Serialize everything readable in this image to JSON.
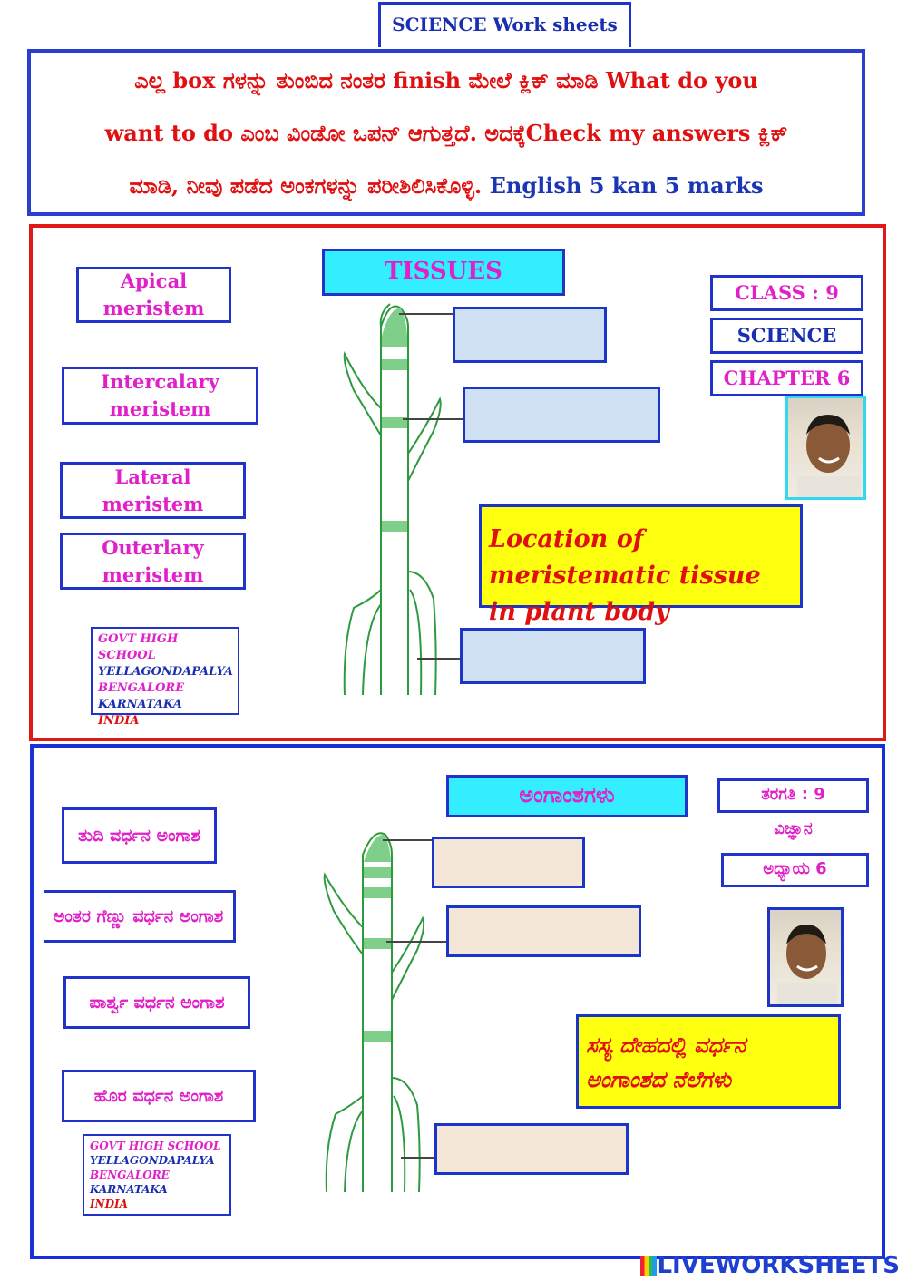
{
  "header": {
    "title": "SCIENCE Work sheets"
  },
  "instructions": {
    "line1": "ಎಲ್ಲ box  ಗಳನ್ನು ತುಂಬಿದ ನಂತರ finish  ಮೇಲೆ ಕ್ಲಿಕ್ ಮಾಡಿ  What do you",
    "line2": "want to do ಎಂಬ ವಿಂಡೋ ಒಪನ್ ಆಗುತ್ತದೆ.  ಅದಕ್ಕೆCheck my answers ಕ್ಲಿಕ್",
    "line3_red": "ಮಾಡಿ, ನೀವು ಪಡೆದ ಅಂಕಗಳನ್ನು ಪರೀಶಿಲಿಸಿಕೊಳ್ಳಿ.",
    "line3_blue": " English 5 kan 5 marks"
  },
  "english_section": {
    "heading": "TISSUES",
    "labels": [
      "Apical meristem",
      "Intercalary meristem",
      "Lateral meristem",
      "Outerlary meristem"
    ],
    "class_label": "CLASS : 9",
    "subject": "SCIENCE",
    "chapter": "CHAPTER 6",
    "caption": "Location of meristematic tissue in plant body",
    "school": [
      "GOVT HIGH SCHOOL",
      "YELLAGONDAPALYA",
      "BENGALORE",
      "KARNATAKA",
      "INDIA"
    ]
  },
  "kannada_section": {
    "heading": "ಅಂಗಾಂಶಗಳು",
    "labels": [
      "ತುದಿ ವರ್ಧನ ಅಂಗಾಶ",
      "ಅಂತರ ಗೆಣ್ಣು ವರ್ಧನ ಅಂಗಾಶ",
      "ಪಾರ್ಶ್ವ ವರ್ಧನ ಅಂಗಾಶ",
      "ಹೊರ ವರ್ಧನ ಅಂಗಾಶ"
    ],
    "class_label": "ತರಗತಿ : 9",
    "subject": "ವಿಜ್ಞಾನ",
    "chapter": "ಅಧ್ಯಾಯ 6",
    "caption": "ಸಸ್ಯ ದೇಹದಲ್ಲಿ ವರ್ಧನ ಅಂಗಾಂಶದ ನೆಲೆಗಳು",
    "school": [
      "GOVT HIGH SCHOOL",
      "YELLAGONDAPALYA",
      "BENGALORE",
      "KARNATAKA",
      "INDIA"
    ]
  },
  "footer": {
    "logo_text": "LIVEWORKSHEETS"
  },
  "colors": {
    "red": "#e01010",
    "blue": "#1a35b5",
    "magenta": "#e020c8",
    "cyan": "#33eeff",
    "yellow": "#ffff10"
  }
}
